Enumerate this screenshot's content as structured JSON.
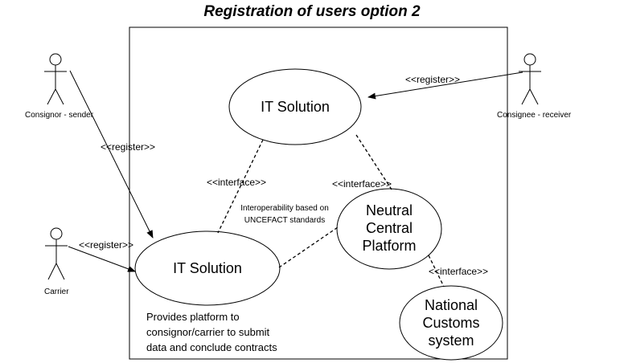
{
  "diagram": {
    "title": "Registration of users option 2",
    "actors": {
      "sender": "Consignor - sender",
      "receiver": "Consignee - receiver",
      "carrier": "Carrier"
    },
    "use_cases": {
      "top_it": "IT Solution",
      "main_it": "IT Solution",
      "ncp_line1": "Neutral",
      "ncp_line2": "Central",
      "ncp_line3": "Platform",
      "customs_line1": "National",
      "customs_line2": "Customs",
      "customs_line3": "system"
    },
    "stereotypes": {
      "register_receiver": "<<register>>",
      "register_sender": "<<register>>",
      "register_carrier": "<<register>>",
      "interface_left": "<<interface>>",
      "interface_right": "<<interface>>",
      "interface_customs": "<<interface>>"
    },
    "notes": {
      "interop_line1": "Interoperability based on",
      "interop_line2": "UNCEFACT standards",
      "provides_line1": "Provides platform to",
      "provides_line2": "consignor/carrier to submit",
      "provides_line3": "data and conclude contracts"
    }
  }
}
